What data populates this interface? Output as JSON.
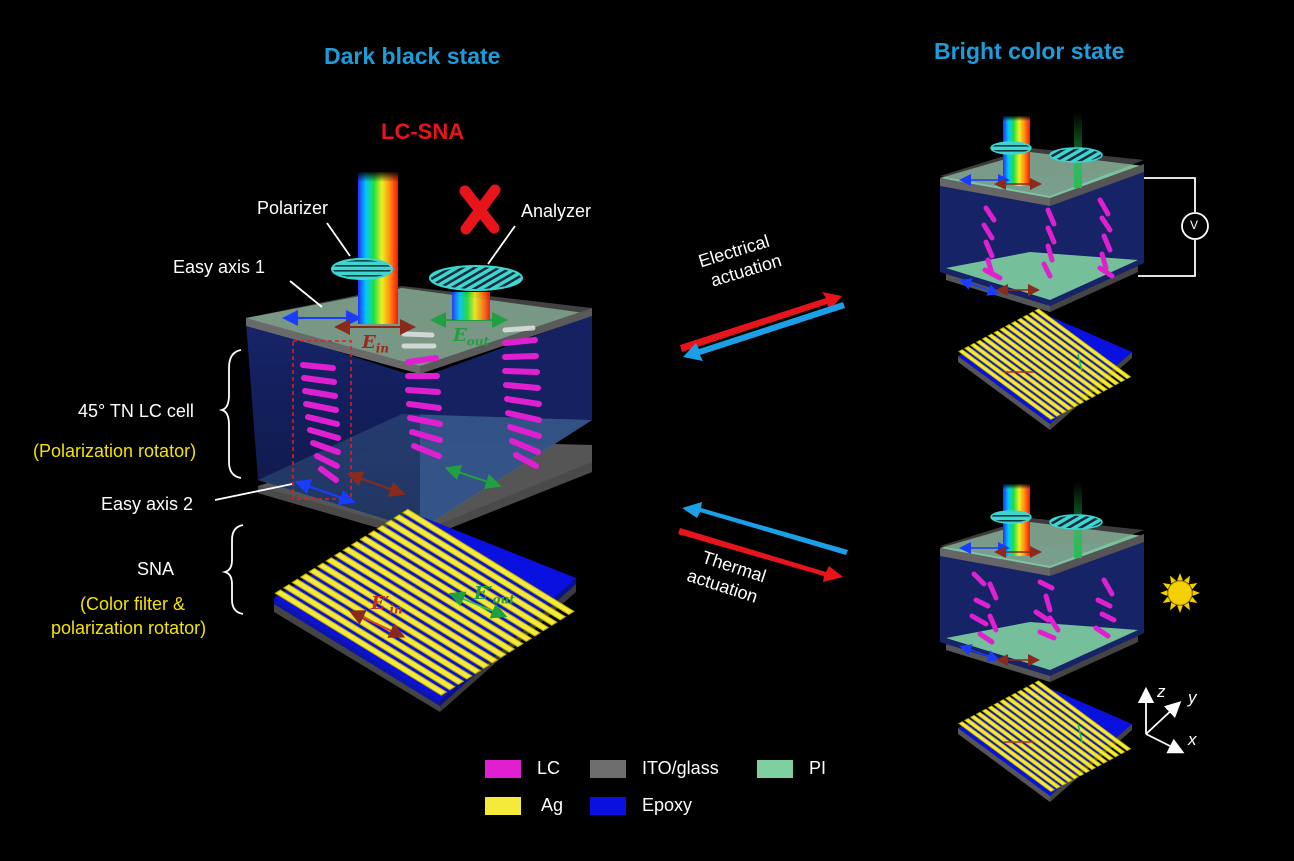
{
  "titles": {
    "left": "Dark black state",
    "right": "Bright color state",
    "device": "LC-SNA"
  },
  "labels": {
    "polarizer": "Polarizer",
    "analyzer": "Analyzer",
    "easy_axis_1": "Easy axis 1",
    "easy_axis_2": "Easy axis 2",
    "tn_cell": "45° TN LC cell",
    "tn_cell_sub": "(Polarization rotator)",
    "sna": "SNA",
    "sna_sub_1": "(Color filter &",
    "sna_sub_2": "polarization rotator)",
    "e_in": "E",
    "e_in_sub": "in",
    "e_out": "E",
    "e_out_sub": "out",
    "e_in_prime_sub": "in",
    "e_out_prime_sub": "out",
    "electrical_1": "Electrical",
    "electrical_2": "actuation",
    "thermal_1": "Thermal",
    "thermal_2": "actuation",
    "voltmeter": "V",
    "axis_z": "z",
    "axis_y": "y",
    "axis_x": "x"
  },
  "legend": [
    {
      "label": "LC",
      "color": "#e020d0"
    },
    {
      "label": "ITO/glass",
      "color": "#6e6e6e"
    },
    {
      "label": "PI",
      "color": "#7fd0a0"
    },
    {
      "label": "Ag",
      "color": "#f5ea3a"
    },
    {
      "label": "Epoxy",
      "color": "#0a10e0"
    }
  ],
  "colors": {
    "title_blue": "#1b9ddb",
    "accent_red": "#e8141c",
    "accent_yellow": "#f4e300",
    "pi_green": "#7fd0a0",
    "lc_magenta": "#e020d0",
    "ag_yellow": "#f5ea3a",
    "epoxy_blue": "#0a10e0",
    "ito_gray": "#6e6e6e"
  }
}
